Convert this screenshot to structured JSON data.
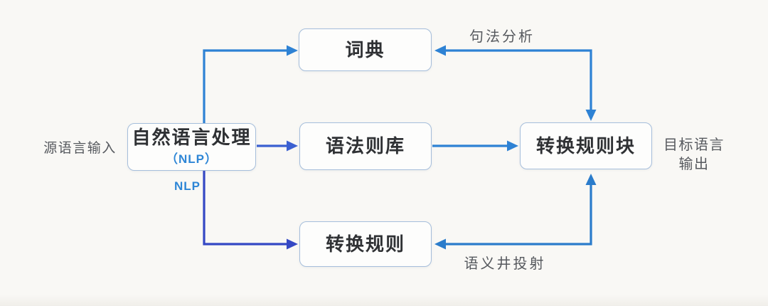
{
  "diagram": {
    "nodes": [
      {
        "id": "dictionary",
        "label": "词典"
      },
      {
        "id": "nlp",
        "label": "自然语言处理",
        "sublabel": "（NLP）"
      },
      {
        "id": "grammar-rule-base",
        "label": "语法则库"
      },
      {
        "id": "transfer-rule-block",
        "label": "转换规则块"
      },
      {
        "id": "transfer-rules",
        "label": "转换规则"
      }
    ],
    "edges": [
      {
        "from": "自然语言处理（NLP）",
        "to": "词典",
        "label": "",
        "bidirectional": false
      },
      {
        "from": "自然语言处理（NLP）",
        "to": "语法则库",
        "label": "",
        "bidirectional": false
      },
      {
        "from": "语法则库",
        "to": "转换规则块",
        "label": "",
        "bidirectional": false
      },
      {
        "from": "自然语言处理（NLP）",
        "to": "转换规则",
        "label": "NLP",
        "bidirectional": false
      },
      {
        "from": "词典",
        "to": "转换规则块",
        "label": "句法分析",
        "bidirectional": true
      },
      {
        "from": "转换规则",
        "to": "转换规则块",
        "label": "语义井投射",
        "bidirectional": true
      }
    ],
    "io_labels": {
      "source": "源语言输入",
      "target": "目标语言\n输出"
    },
    "colors": {
      "sky_blue": "#2e82d4",
      "soft_blue": "#2b7ccb",
      "mid_blue": "#3b60d1",
      "indigo_blue": "#3548c4",
      "box_border": "#a6bedb",
      "dark_text": "#2f3134",
      "gray_text": "#56595e",
      "accent_blue": "#2e86d6",
      "background": "#f9f8f5"
    }
  }
}
